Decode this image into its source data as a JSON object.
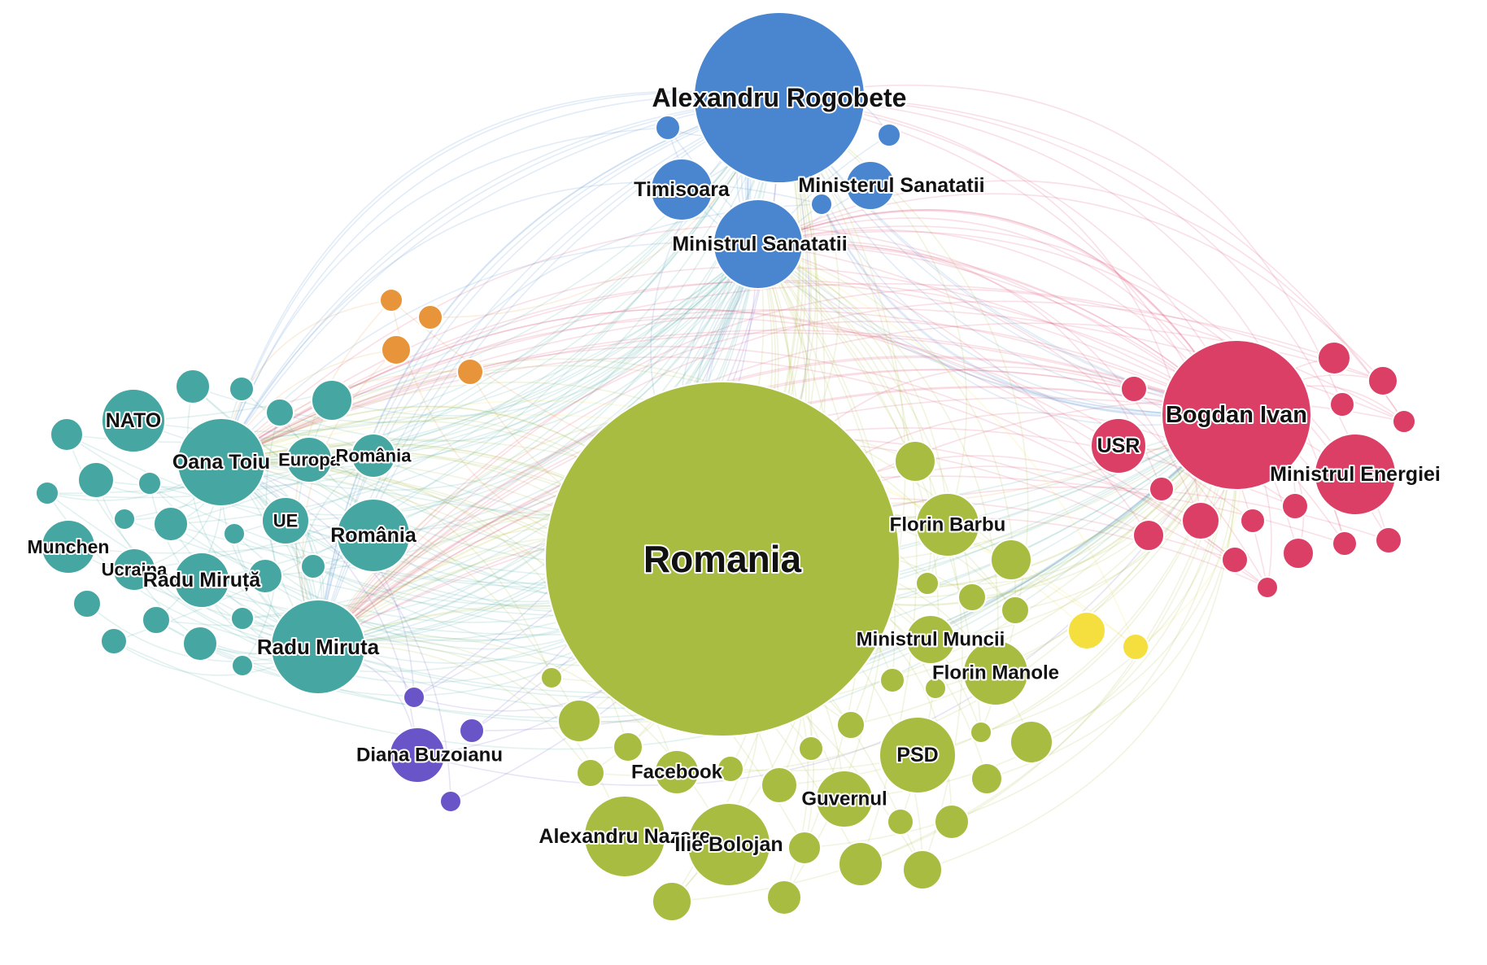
{
  "colors": {
    "blue": "#4a86d0",
    "green": "#a8bc41",
    "teal": "#45a6a2",
    "red": "#db3f66",
    "orange": "#e8943a",
    "purple": "#6a55c8",
    "yellow": "#f5df3f",
    "background": "#ffffff"
  },
  "graph": {
    "groups": [
      "blue",
      "green",
      "teal",
      "red",
      "orange",
      "purple",
      "yellow"
    ],
    "hubs": [
      "romania",
      "alexandru-rogobete",
      "bogdan-ivan",
      "radu-miruta",
      "oana-toiu",
      "ministrul-sanatatii"
    ],
    "nodes": [
      {
        "id": "romania",
        "label": "Romania",
        "group": "green"
      },
      {
        "id": "alexandru-rogobete",
        "label": "Alexandru Rogobete",
        "group": "blue"
      },
      {
        "id": "timisoara",
        "label": "Timisoara",
        "group": "blue"
      },
      {
        "id": "ministerul-sanatatii",
        "label": "Ministerul Sanatatii",
        "group": "blue"
      },
      {
        "id": "ministrul-sanatatii",
        "label": "Ministrul Sanatatii",
        "group": "blue"
      },
      {
        "id": "blue-1",
        "label": "",
        "group": "blue"
      },
      {
        "id": "blue-2",
        "label": "",
        "group": "blue"
      },
      {
        "id": "blue-3",
        "label": "",
        "group": "blue"
      },
      {
        "id": "bogdan-ivan",
        "label": "Bogdan Ivan",
        "group": "red"
      },
      {
        "id": "usr",
        "label": "USR",
        "group": "red"
      },
      {
        "id": "ministrul-energiei",
        "label": "Ministrul Energiei",
        "group": "red"
      },
      {
        "id": "red-1",
        "label": "",
        "group": "red"
      },
      {
        "id": "red-2",
        "label": "",
        "group": "red"
      },
      {
        "id": "red-3",
        "label": "",
        "group": "red"
      },
      {
        "id": "red-4",
        "label": "",
        "group": "red"
      },
      {
        "id": "red-5",
        "label": "",
        "group": "red"
      },
      {
        "id": "red-6",
        "label": "",
        "group": "red"
      },
      {
        "id": "red-7",
        "label": "",
        "group": "red"
      },
      {
        "id": "red-8",
        "label": "",
        "group": "red"
      },
      {
        "id": "red-9",
        "label": "",
        "group": "red"
      },
      {
        "id": "red-10",
        "label": "",
        "group": "red"
      },
      {
        "id": "red-11",
        "label": "",
        "group": "red"
      },
      {
        "id": "red-12",
        "label": "",
        "group": "red"
      },
      {
        "id": "red-13",
        "label": "",
        "group": "red"
      },
      {
        "id": "red-14",
        "label": "",
        "group": "red"
      },
      {
        "id": "red-15",
        "label": "",
        "group": "red"
      },
      {
        "id": "nato",
        "label": "NATO",
        "group": "teal"
      },
      {
        "id": "oana-toiu",
        "label": "Oana Toiu",
        "group": "teal"
      },
      {
        "id": "europa",
        "label": "Europa",
        "group": "teal"
      },
      {
        "id": "romania-ro-1",
        "label": "România",
        "group": "teal"
      },
      {
        "id": "ue",
        "label": "UE",
        "group": "teal"
      },
      {
        "id": "romania-ro-2",
        "label": "România",
        "group": "teal"
      },
      {
        "id": "munchen",
        "label": "Munchen",
        "group": "teal"
      },
      {
        "id": "ucraina",
        "label": "Ucraina",
        "group": "teal"
      },
      {
        "id": "radu-miruta-diac",
        "label": "Radu Miruță",
        "group": "teal"
      },
      {
        "id": "radu-miruta",
        "label": "Radu Miruta",
        "group": "teal"
      },
      {
        "id": "teal-1",
        "label": "",
        "group": "teal"
      },
      {
        "id": "teal-2",
        "label": "",
        "group": "teal"
      },
      {
        "id": "teal-3",
        "label": "",
        "group": "teal"
      },
      {
        "id": "teal-4",
        "label": "",
        "group": "teal"
      },
      {
        "id": "teal-5",
        "label": "",
        "group": "teal"
      },
      {
        "id": "teal-6",
        "label": "",
        "group": "teal"
      },
      {
        "id": "teal-7",
        "label": "",
        "group": "teal"
      },
      {
        "id": "teal-8",
        "label": "",
        "group": "teal"
      },
      {
        "id": "teal-9",
        "label": "",
        "group": "teal"
      },
      {
        "id": "teal-10",
        "label": "",
        "group": "teal"
      },
      {
        "id": "teal-11",
        "label": "",
        "group": "teal"
      },
      {
        "id": "teal-12",
        "label": "",
        "group": "teal"
      },
      {
        "id": "teal-13",
        "label": "",
        "group": "teal"
      },
      {
        "id": "teal-14",
        "label": "",
        "group": "teal"
      },
      {
        "id": "teal-15",
        "label": "",
        "group": "teal"
      },
      {
        "id": "teal-16",
        "label": "",
        "group": "teal"
      },
      {
        "id": "teal-17",
        "label": "",
        "group": "teal"
      },
      {
        "id": "teal-18",
        "label": "",
        "group": "teal"
      },
      {
        "id": "teal-19",
        "label": "",
        "group": "teal"
      },
      {
        "id": "orange-1",
        "label": "",
        "group": "orange"
      },
      {
        "id": "orange-2",
        "label": "",
        "group": "orange"
      },
      {
        "id": "orange-3",
        "label": "",
        "group": "orange"
      },
      {
        "id": "orange-4",
        "label": "",
        "group": "orange"
      },
      {
        "id": "diana-buzoianu",
        "label": "Diana Buzoianu",
        "group": "purple"
      },
      {
        "id": "purple-1",
        "label": "",
        "group": "purple"
      },
      {
        "id": "purple-2",
        "label": "",
        "group": "purple"
      },
      {
        "id": "purple-3",
        "label": "",
        "group": "purple"
      },
      {
        "id": "yellow-1",
        "label": "",
        "group": "yellow"
      },
      {
        "id": "yellow-2",
        "label": "",
        "group": "yellow"
      },
      {
        "id": "florin-barbu",
        "label": "Florin Barbu",
        "group": "green"
      },
      {
        "id": "ministrul-muncii",
        "label": "Ministrul Muncii",
        "group": "green"
      },
      {
        "id": "florin-manole",
        "label": "Florin Manole",
        "group": "green"
      },
      {
        "id": "psd",
        "label": "PSD",
        "group": "green"
      },
      {
        "id": "facebook",
        "label": "Facebook",
        "group": "green"
      },
      {
        "id": "guvernul",
        "label": "Guvernul",
        "group": "green"
      },
      {
        "id": "alexandru-nazare",
        "label": "Alexandru Nazare",
        "group": "green"
      },
      {
        "id": "ilie-bolojan",
        "label": "Ilie Bolojan",
        "group": "green"
      },
      {
        "id": "green-1",
        "label": "",
        "group": "green"
      },
      {
        "id": "green-2",
        "label": "",
        "group": "green"
      },
      {
        "id": "green-3",
        "label": "",
        "group": "green"
      },
      {
        "id": "green-4",
        "label": "",
        "group": "green"
      },
      {
        "id": "green-5",
        "label": "",
        "group": "green"
      },
      {
        "id": "green-6",
        "label": "",
        "group": "green"
      },
      {
        "id": "green-7",
        "label": "",
        "group": "green"
      },
      {
        "id": "green-8",
        "label": "",
        "group": "green"
      },
      {
        "id": "green-9",
        "label": "",
        "group": "green"
      },
      {
        "id": "green-10",
        "label": "",
        "group": "green"
      },
      {
        "id": "green-11",
        "label": "",
        "group": "green"
      },
      {
        "id": "green-12",
        "label": "",
        "group": "green"
      },
      {
        "id": "green-13",
        "label": "",
        "group": "green"
      },
      {
        "id": "green-14",
        "label": "",
        "group": "green"
      },
      {
        "id": "green-15",
        "label": "",
        "group": "green"
      },
      {
        "id": "green-16",
        "label": "",
        "group": "green"
      },
      {
        "id": "green-17",
        "label": "",
        "group": "green"
      },
      {
        "id": "green-18",
        "label": "",
        "group": "green"
      },
      {
        "id": "green-19",
        "label": "",
        "group": "green"
      },
      {
        "id": "green-20",
        "label": "",
        "group": "green"
      },
      {
        "id": "green-21",
        "label": "",
        "group": "green"
      },
      {
        "id": "green-22",
        "label": "",
        "group": "green"
      },
      {
        "id": "green-23",
        "label": "",
        "group": "green"
      },
      {
        "id": "green-24",
        "label": "",
        "group": "green"
      },
      {
        "id": "green-25",
        "label": "",
        "group": "green"
      }
    ]
  }
}
